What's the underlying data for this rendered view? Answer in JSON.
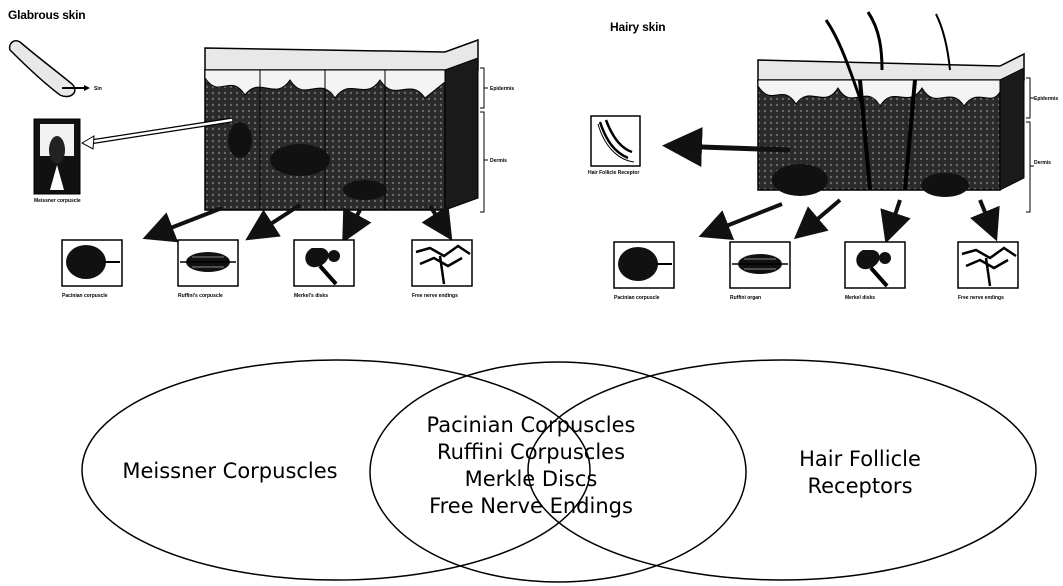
{
  "glabrous": {
    "title": "Glabrous skin",
    "finger_label": "Sin",
    "layer_epidermis": "Epidermis",
    "layer_dermis": "Dermis",
    "callout_label": "Meissner corpuscle",
    "receptors": [
      "Pacinian corpuscle",
      "Ruffini's corpuscle",
      "Merkel's disks",
      "Free nerve endings"
    ]
  },
  "hairy": {
    "title": "Hairy skin",
    "layer_epidermis": "Epidermis",
    "layer_dermis": "Dermis",
    "callout_label": "Hair Follicle Receptor",
    "receptors": [
      "Pacinian corpuscle",
      "Ruffini organ",
      "Merkel disks",
      "Free nerve endings"
    ]
  },
  "venn": {
    "left": [
      "Meissner Corpuscles"
    ],
    "center": [
      "Pacinian Corpuscles",
      "Ruffini Corpuscles",
      "Merkle Discs",
      "Free Nerve Endings"
    ],
    "right": [
      "Hair Follicle",
      "Receptors"
    ]
  }
}
